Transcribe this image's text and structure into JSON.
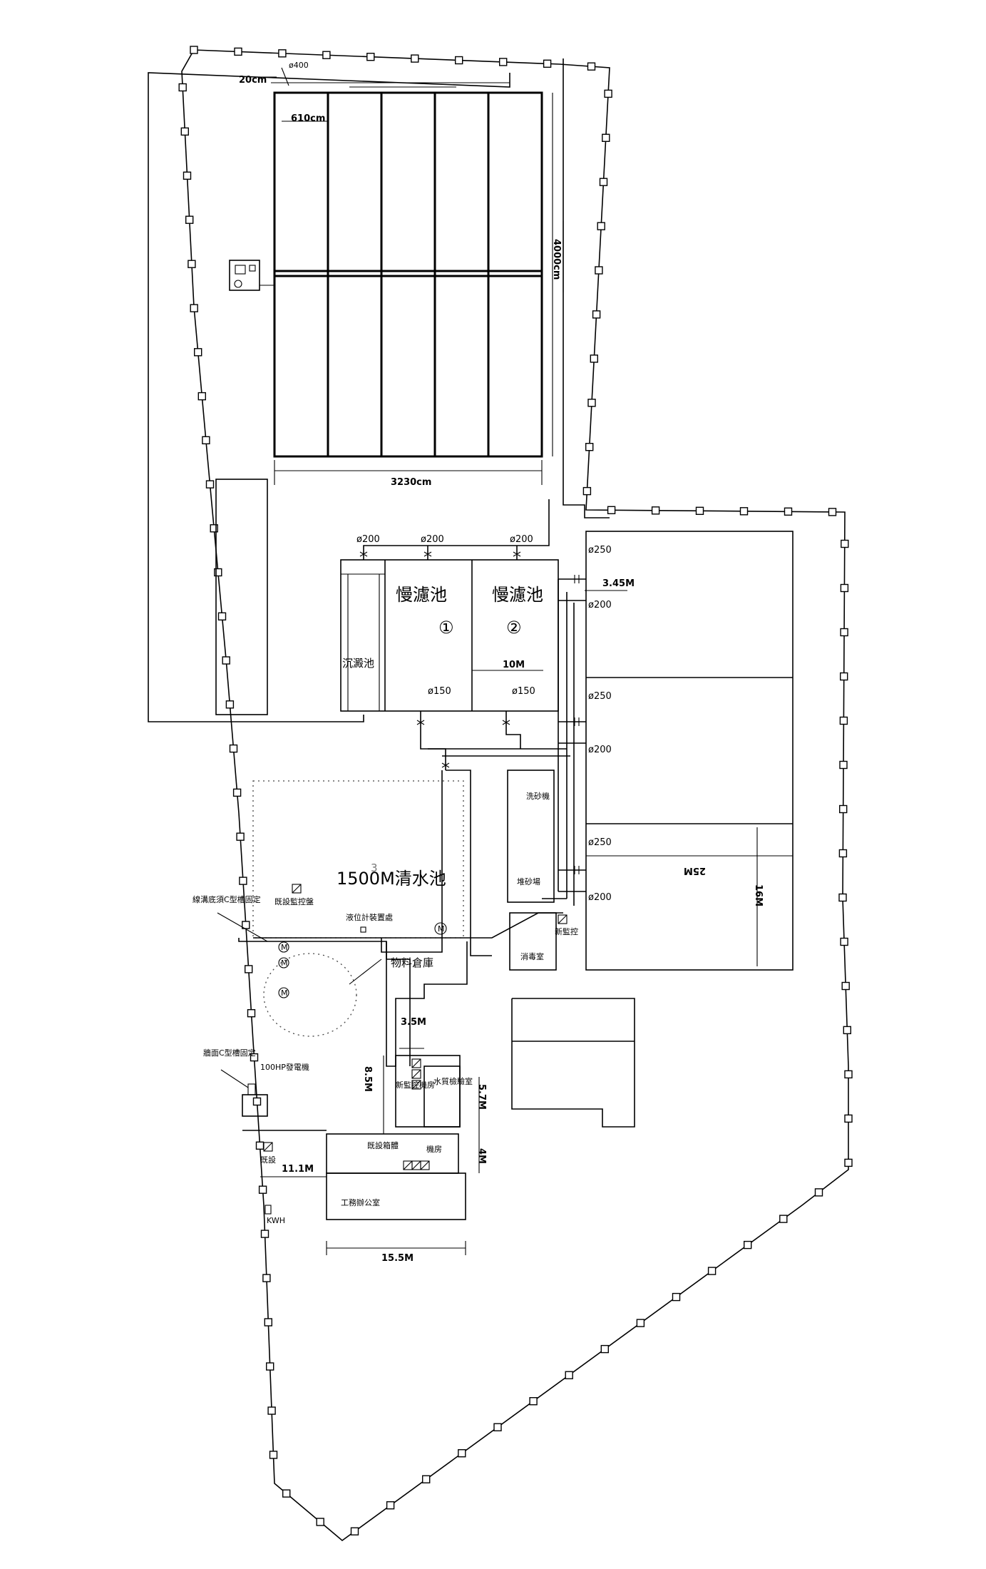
{
  "labels": {
    "slow_filter": "慢濾池",
    "pool_1": "①",
    "pool_2": "②",
    "sedimentation": "沉澱池",
    "clear_water_tank": "1500M清水池",
    "clear_water_sup": "3",
    "existing_panel": "既設監控盤",
    "level_gauge": "液位計裝置處",
    "warehouse": "物料倉庫",
    "sand_washer": "洗砂機",
    "sand_yard": "堆砂場",
    "disinfection": "消毒室",
    "new_monitor": "新監控",
    "new_monitor_room": "新監控機房",
    "water_lab": "水質檢驗室",
    "generator": "100HP發電機",
    "existing_box": "既設箱體",
    "machine_room": "機房",
    "office": "工務辦公室",
    "kwh": "KWH",
    "existing": "既設",
    "trench_note": "線溝底須C型槽固定",
    "wall_note": "牆面C型槽固定",
    "motor": "M"
  },
  "dimensions": {
    "d_20cm": "20cm",
    "d_pipe400": "ø400",
    "d_610": "610cm",
    "d_4000": "4000cm",
    "d_3230": "3230cm",
    "d_345": "3.45M",
    "d_10": "10M",
    "d_25": "25M",
    "d_16": "16M",
    "d_35": "3.5M",
    "d_85": "8.5M",
    "d_57": "5.7M",
    "d_4": "4M",
    "d_111": "11.1M",
    "d_155": "15.5M"
  },
  "pipes": {
    "p200": "ø200",
    "p250": "ø250",
    "p150": "ø150"
  }
}
